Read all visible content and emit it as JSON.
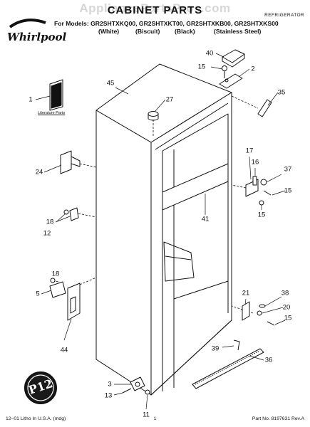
{
  "header": {
    "watermark": "AppliancePartsPros.com",
    "title": "CABINET PARTS",
    "category": "REFRIGERATOR",
    "models_line": "For Models: GR2SHTXKQ00, GR2SHTXKT00, GR2SHTXKB00, GR2SHTXKS00",
    "colors": [
      "(White)",
      "(Biscuit)",
      "(Black)",
      "(Stainless Steel)"
    ],
    "brand": "Whirlpool"
  },
  "diagram": {
    "literature_label": "Literature Parts",
    "badge": "P12",
    "callouts": [
      "1",
      "2",
      "3",
      "5",
      "11",
      "12",
      "13",
      "15",
      "15",
      "15",
      "15",
      "16",
      "17",
      "18",
      "18",
      "20",
      "21",
      "24",
      "27",
      "35",
      "36",
      "37",
      "38",
      "39",
      "40",
      "41",
      "44",
      "45"
    ]
  },
  "footer": {
    "left": "12–01 Litho In U.S.A. (mdg)",
    "center": "1",
    "right": "Part No. 8197631 Rev.A"
  },
  "colors": {
    "ink": "#111111",
    "watermark": "#d6d6d6",
    "badge_fill": "#1a1a1a"
  }
}
